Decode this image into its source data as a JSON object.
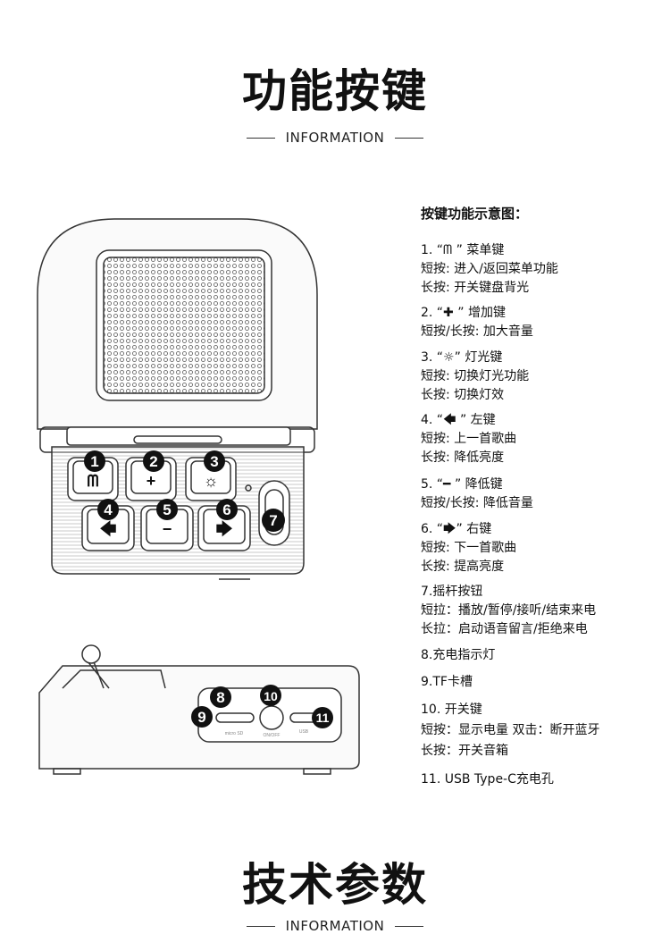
{
  "section1": {
    "title": "功能按键",
    "subtitle": "INFORMATION"
  },
  "section2": {
    "title": "技术参数",
    "subtitle": "INFORMATION"
  },
  "legend_heading": "按键功能示意图：",
  "items": [
    {
      "lines": [
        "1. “ᗰ ” 菜单键",
        "短按: 进入/返回菜单功能",
        "长按: 开关键盘背光"
      ]
    },
    {
      "lines": [
        "2. “✚ ” 增加键",
        "短按/长按: 加大音量"
      ]
    },
    {
      "lines": [
        "3. “☼” 灯光键",
        "短按: 切换灯光功能",
        "长按: 切换灯效"
      ]
    },
    {
      "lines": [
        "4. “🡄 ” 左键",
        "短按: 上一首歌曲",
        "长按: 降低亮度"
      ]
    },
    {
      "lines": [
        "5. “━ ” 降低键",
        "短按/长按: 降低音量"
      ]
    },
    {
      "lines": [
        "6. “🡆” 右键",
        "短按: 下一首歌曲",
        "长按: 提高亮度"
      ]
    },
    {
      "lines": [
        "7.摇杆按钮",
        "短拉：播放/暂停/接听/结束来电",
        "长拉：启动语音留言/拒绝来电"
      ]
    },
    {
      "lines": [
        "8.充电指示灯"
      ]
    },
    {
      "lines": [
        "9.TF卡槽"
      ]
    },
    {
      "lines": [
        "10. 开关键",
        "短按：显示电量  双击：断开蓝牙",
        "长按：开关音箱"
      ]
    },
    {
      "lines": [
        "11. USB Type-C充电孔"
      ]
    }
  ],
  "badges": [
    "1",
    "2",
    "3",
    "4",
    "5",
    "6",
    "7",
    "8",
    "9",
    "10",
    "11"
  ],
  "key_glyphs": {
    "menu": "ᗰ",
    "plus": "+",
    "light": "☼",
    "left": "🡄",
    "minus": "−",
    "right": "🡆"
  },
  "port_labels": {
    "sd": "micro SD",
    "power": "ON/OFF",
    "usb": "USB"
  }
}
